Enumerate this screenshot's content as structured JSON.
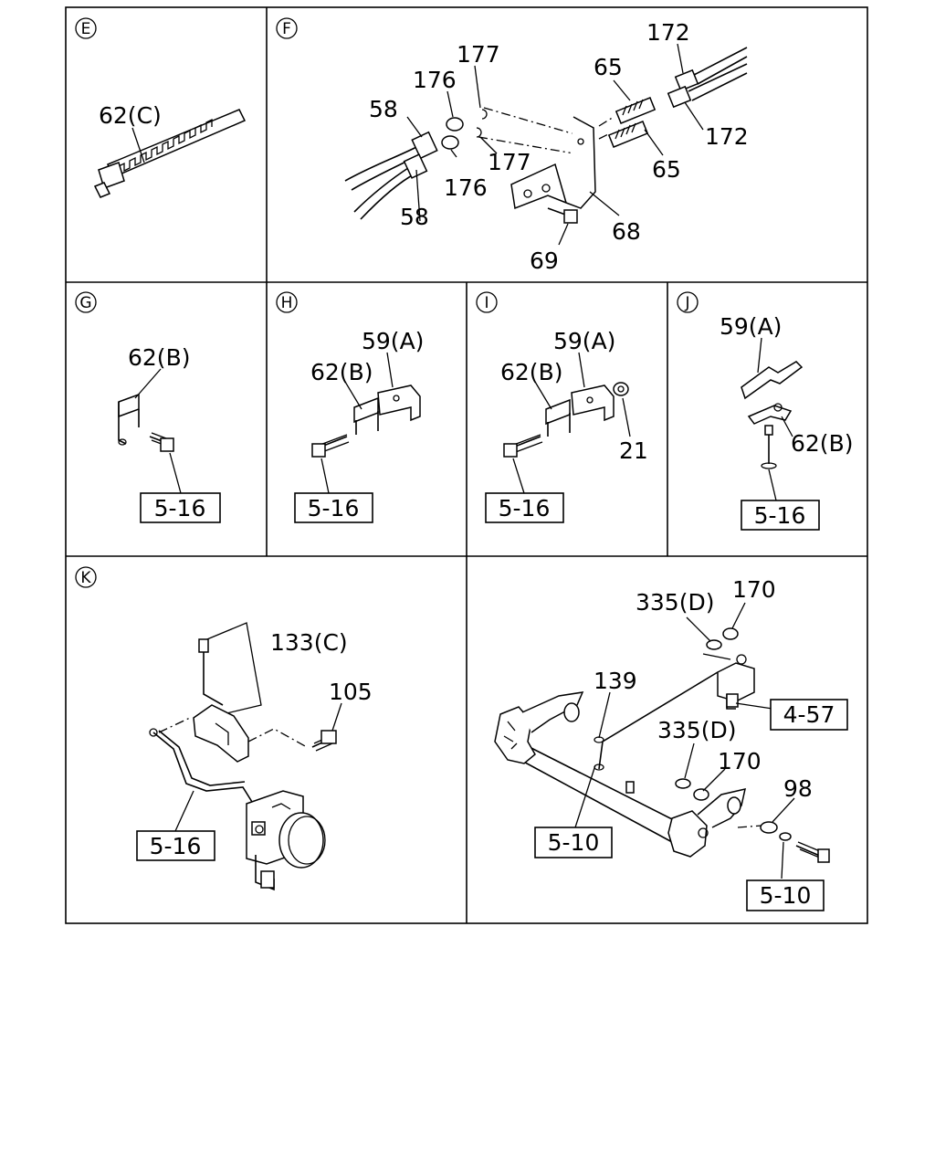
{
  "panels": {
    "E": {
      "letter": "E",
      "labels": [
        "62(C)"
      ]
    },
    "F": {
      "letter": "F",
      "labels": [
        "177",
        "176",
        "58",
        "65",
        "172",
        "172",
        "177",
        "176",
        "58",
        "65",
        "68",
        "69"
      ]
    },
    "G": {
      "letter": "G",
      "labels": [
        "62(B)"
      ],
      "refs": [
        "5-16"
      ]
    },
    "H": {
      "letter": "H",
      "labels": [
        "59(A)",
        "62(B)"
      ],
      "refs": [
        "5-16"
      ]
    },
    "I": {
      "letter": "I",
      "labels": [
        "59(A)",
        "62(B)",
        "21"
      ],
      "refs": [
        "5-16"
      ]
    },
    "J": {
      "letter": "J",
      "labels": [
        "59(A)",
        "62(B)"
      ],
      "refs": [
        "5-16"
      ]
    },
    "K": {
      "letter": "K",
      "labels": [
        "133(C)",
        "105"
      ],
      "refs": [
        "5-16"
      ]
    },
    "L": {
      "labels": [
        "335(D)",
        "170",
        "139",
        "335(D)",
        "170",
        "98"
      ],
      "refs": [
        "4-57",
        "5-10",
        "5-10"
      ]
    }
  }
}
